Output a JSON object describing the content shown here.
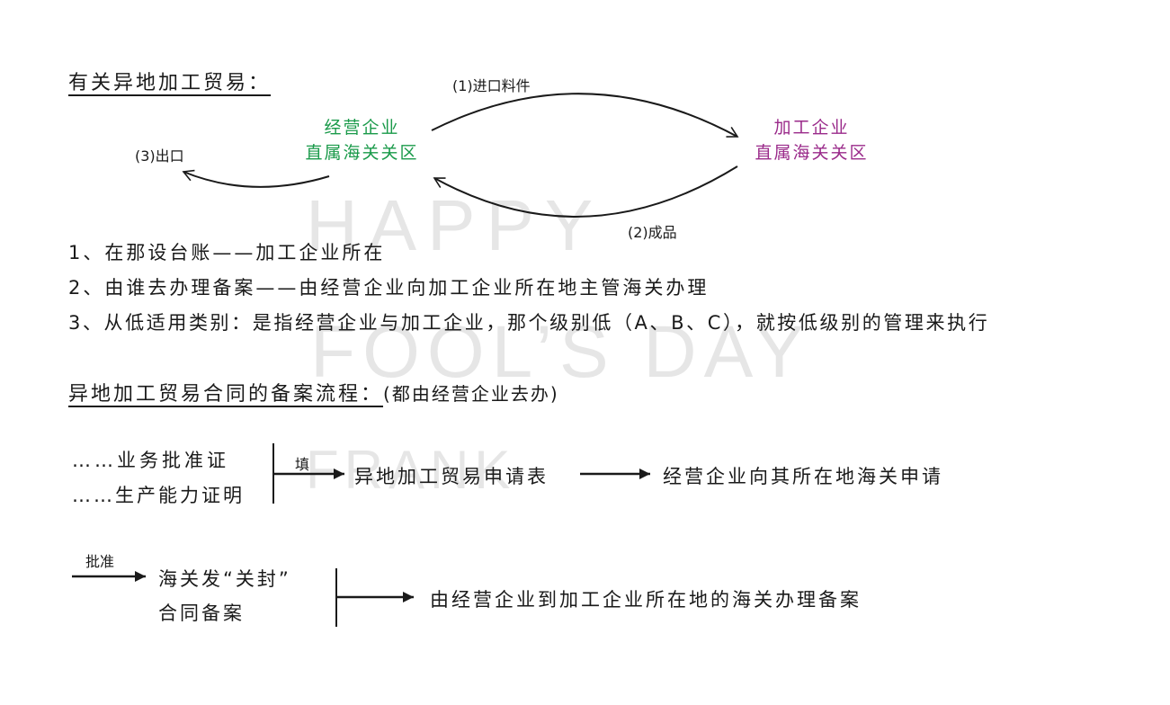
{
  "watermark": {
    "line1": "HAPPY",
    "line2": "FOOL’S DAY",
    "line3": "FRANK"
  },
  "section1": {
    "title": "有关异地加工贸易：",
    "source_node": {
      "line1": "经营企业",
      "line2": "直属海关关区"
    },
    "target_node": {
      "line1": "加工企业",
      "line2": "直属海关关区"
    },
    "arrow_import": "(1)进口料件",
    "arrow_product": "(2)成品",
    "arrow_export": "(3)出口",
    "colors": {
      "source": "#1a9a4a",
      "target": "#9a2a8a"
    }
  },
  "rules": [
    "1、在那设台账——加工企业所在",
    "2、由谁去办理备案——由经营企业向加工企业所在地主管海关办理",
    "3、从低适用类别：是指经营企业与加工企业，那个级别低（A、B、C），就按低级别的管理来执行"
  ],
  "section2": {
    "title": "异地加工贸易合同的备案流程：",
    "title_note": "(都由经营企业去办)",
    "flow1": {
      "inputs": [
        "……业务批准证",
        "……生产能力证明"
      ],
      "fill_label": "填",
      "step1": "异地加工贸易申请表",
      "step2": "经营企业向其所在地海关申请"
    },
    "flow2": {
      "approve_label": "批准",
      "customs_line1": "海关发“关封”",
      "customs_line2": "合同备案",
      "final_step": "由经营企业到加工企业所在地的海关办理备案"
    }
  }
}
